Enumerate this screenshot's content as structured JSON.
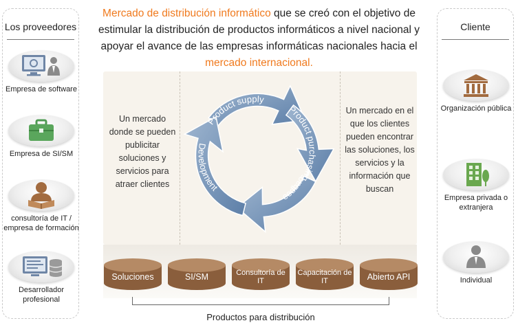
{
  "header": {
    "highlight_1": "Mercado de distribución informático",
    "text_1": " que se creó con el objetivo de estimular la distribución de productos informáticos a nivel nacional y apoyar el avance de las empresas informáticas nacionales hacia el ",
    "highlight_2": "mercado internacional.",
    "colors": {
      "highlight": "#f07a1e"
    }
  },
  "left_panel": {
    "title": "Los proveedores",
    "items": [
      {
        "label": "Empresa de software",
        "icon": "software-company-icon"
      },
      {
        "label": "Empresa de SI/SM",
        "icon": "briefcase-icon"
      },
      {
        "label": "consultoría de IT / empresa de formación",
        "icon": "consultant-icon"
      },
      {
        "label": "Desarrollador profesional",
        "icon": "developer-icon"
      }
    ]
  },
  "right_panel": {
    "title": "Cliente",
    "items": [
      {
        "label": "Organización pública",
        "icon": "public-building-icon"
      },
      {
        "label": "Empresa privada o extranjera",
        "icon": "office-building-icon"
      },
      {
        "label": "Individual",
        "icon": "person-icon"
      }
    ]
  },
  "center": {
    "left_text": "Un mercado donde se pueden publicitar soluciones y servicios para atraer clientes",
    "right_text": "Un mercado en el que los clientes pueden encontrar las soluciones, los servicios y la información que buscan",
    "cycle": [
      "Product supply",
      "Product purchasing",
      "Feedback",
      "Development"
    ]
  },
  "products": {
    "items": [
      "Soluciones",
      "SI/SM",
      "Consultoría de IT",
      "Capacitación de IT",
      "Abierto API"
    ],
    "caption": "Productos para distribución"
  }
}
